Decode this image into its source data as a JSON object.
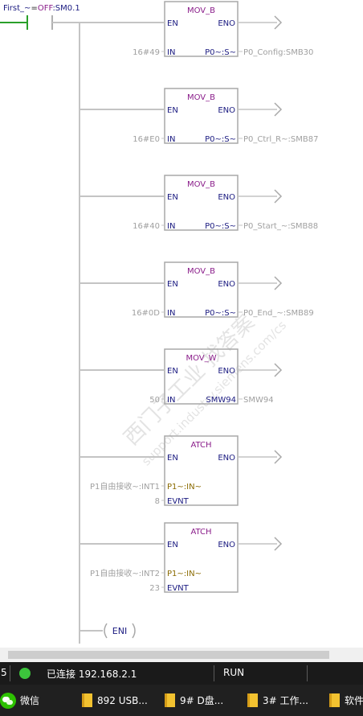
{
  "top_contact": {
    "label_a": "First_~",
    "eq": "=",
    "state": "OFF",
    "address": ":SM0.1"
  },
  "pins": {
    "en": "EN",
    "eno": "ENO",
    "in": "IN",
    "evnt": "EVNT"
  },
  "rungs": [
    {
      "title": "MOV_B",
      "in_value": "16#49",
      "out_pin": "P0~:S~",
      "out_value": "P0_Config:SMB30"
    },
    {
      "title": "MOV_B",
      "in_value": "16#E0",
      "out_pin": "P0~:S~",
      "out_value": "P0_Ctrl_R~:SMB87"
    },
    {
      "title": "MOV_B",
      "in_value": "16#40",
      "out_pin": "P0~:S~",
      "out_value": "P0_Start_~:SMB88"
    },
    {
      "title": "MOV_B",
      "in_value": "16#0D",
      "out_pin": "P0~:S~",
      "out_value": "P0_End_~:SMB89"
    },
    {
      "title": "MOV_W",
      "in_value": "50",
      "out_pin": "SMW94",
      "out_value": "SMW94"
    }
  ],
  "atch": [
    {
      "title": "ATCH",
      "int_value": "P1自由接收~:INT1",
      "int_pin": "P1~:IN~",
      "evnt_value": "8"
    },
    {
      "title": "ATCH",
      "int_value": "P1自由接收~:INT2",
      "int_pin": "P1~:IN~",
      "evnt_value": "23"
    }
  ],
  "eni": "ENI",
  "watermark": {
    "line1": "西门子工业  找答案",
    "line2": "support.industry.siemens.com/cs"
  },
  "status_bar": {
    "left_fragment": "5",
    "connection": "已连接 192.168.2.1",
    "mode": "RUN"
  },
  "taskbar": [
    {
      "icon": "wechat-icon",
      "label": "微信"
    },
    {
      "icon": "folder-icon",
      "label": "892 USB..."
    },
    {
      "icon": "folder-icon",
      "label": "9# D盘..."
    },
    {
      "icon": "folder-icon",
      "label": "3# 工作..."
    },
    {
      "icon": "folder-icon",
      "label": "软件"
    }
  ],
  "colors": {
    "rail": "#c4c4c4",
    "box": "#a8a8a8",
    "title": "#8a1d8a",
    "pin": "#1a1a80",
    "value": "#a0a0a0",
    "power_flow": "#2aa02a",
    "out_pin_accent": "#1a1a80",
    "status_led": "#3cc43c"
  }
}
